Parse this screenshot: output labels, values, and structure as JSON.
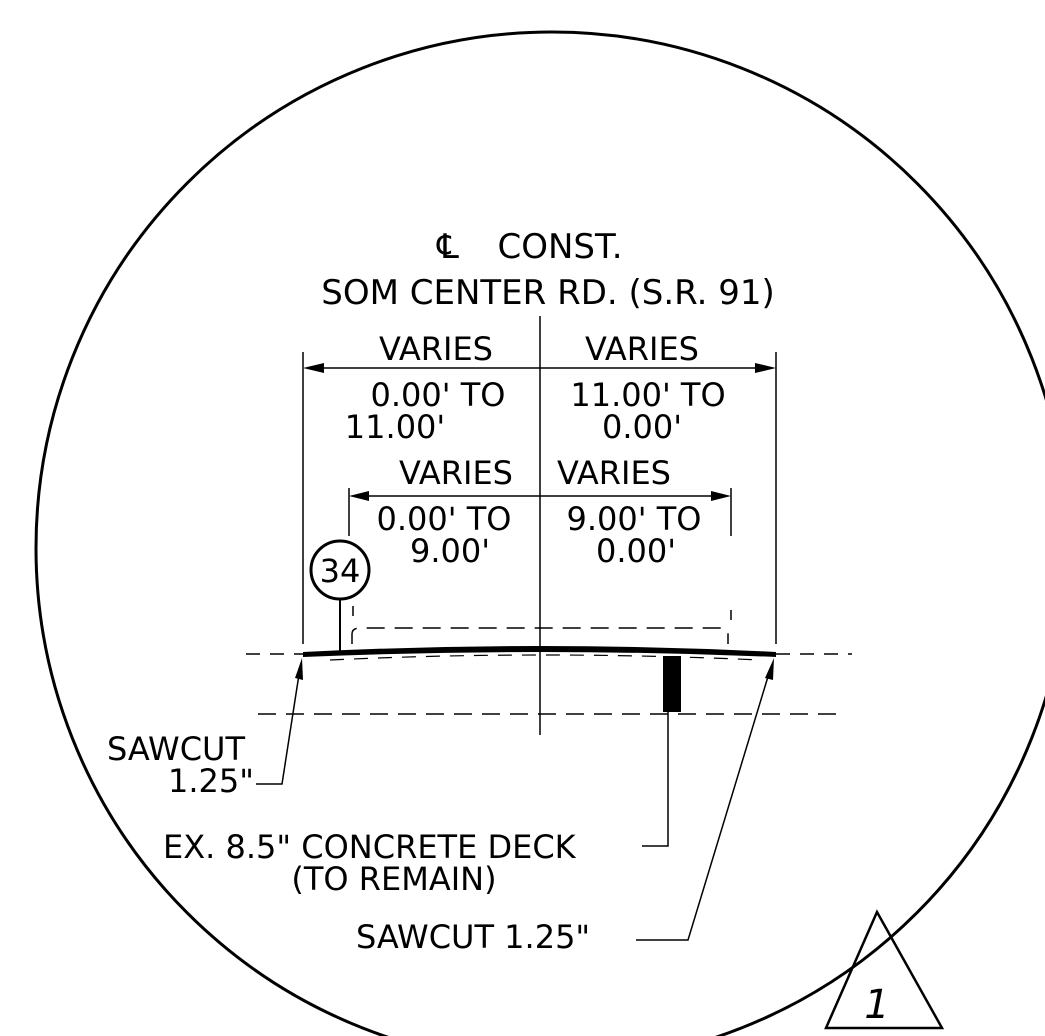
{
  "detail": {
    "centerline_symbol": "℄",
    "centerline_label": "CONST.",
    "road_name": "SOM CENTER RD. (S.R. 91)",
    "outer_left": {
      "top": "VARIES",
      "line1": "0.00' TO",
      "line2": "11.00'"
    },
    "outer_right": {
      "top": "VARIES",
      "line1": "11.00' TO",
      "line2": "0.00'"
    },
    "inner_left": {
      "top": "VARIES",
      "line1": "0.00' TO",
      "line2": "9.00'"
    },
    "inner_right": {
      "top": "VARIES",
      "line1": "9.00' TO",
      "line2": "0.00'"
    },
    "callout_number": "34",
    "sawcut_left_line1": "SAWCUT",
    "sawcut_left_line2": "1.25\"",
    "deck_line1": "EX. 8.5\" CONCRETE DECK",
    "deck_line2": "(TO REMAIN)",
    "sawcut_right": "SAWCUT 1.25\"",
    "detail_tag": "1"
  }
}
